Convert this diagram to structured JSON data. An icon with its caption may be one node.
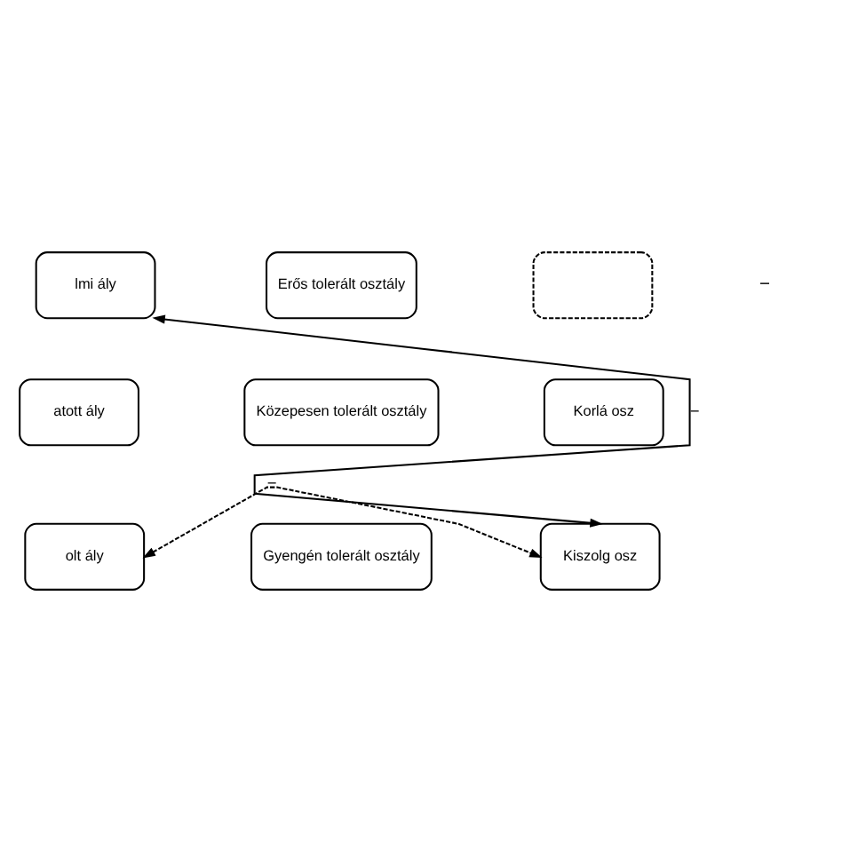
{
  "diagram": {
    "nodes": [
      {
        "text": [
          "lmi ály"
        ]
      },
      {
        "text": [
          "Erős tolerált osztály"
        ]
      },
      {
        "text": [],
        "shape": "box"
      },
      {
        "text": [
          "atott ály"
        ]
      },
      {
        "text": [
          "Közepesen tolerált osztály"
        ]
      },
      {
        "text": [
          "Korlá osz"
        ]
      },
      {
        "text": [
          "olt ály"
        ]
      },
      {
        "text": [
          "Gyengén tolerált osztály"
        ]
      },
      {
        "text": [
          "Kiszolg osz"
        ]
      }
    ],
    "edges": [
      {
        "from": 0,
        "to": 8,
        "arrow": "both",
        "label": "−"
      },
      {
        "from": 6,
        "to": 8,
        "arrow": "both",
        "label": "−",
        "style": "dashed"
      }
    ],
    "labels": [
      "−"
    ]
  }
}
